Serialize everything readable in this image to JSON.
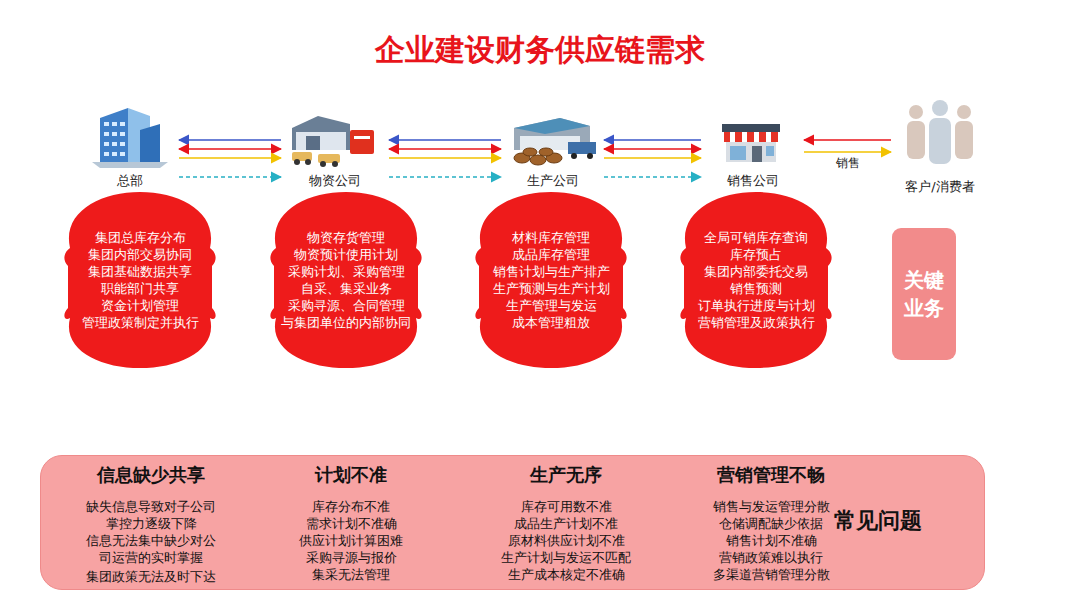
{
  "diagram": {
    "title": "企业建设财务供应链需求",
    "nodes": [
      {
        "text": [
          "总部"
        ]
      },
      {
        "text": [
          "物资公司"
        ]
      },
      {
        "text": [
          "生产公司"
        ]
      },
      {
        "text": [
          "销售公司"
        ]
      },
      {
        "text": [
          "客户/消费者"
        ]
      },
      {
        "text": [
          "集团总库存分布",
          "集团内部交易协同",
          "集团基础数据共享",
          "职能部门共享",
          "资金计划管理",
          "管理政策制定并执行"
        ]
      },
      {
        "text": [
          "物资存货管理",
          "物资预计使用计划",
          "采购计划、采购管理",
          "自采、集采业务",
          "采购寻源、合同管理",
          "与集团单位的内部协同"
        ]
      },
      {
        "text": [
          "材料库存管理",
          "成品库存管理",
          "销售计划与生产排产",
          "生产预测与生产计划",
          "生产管理与发运",
          "成本管理粗放"
        ]
      },
      {
        "text": [
          "全局可销库存查询",
          "库存预占",
          "集团内部委托交易",
          "销售预测",
          "订单执行进度与计划",
          "营销管理及政策执行"
        ]
      },
      {
        "text": [
          "关键业务"
        ]
      },
      {
        "text": [
          "信息缺少共享",
          "缺失信息导致对子公司 掌控力逐级下降",
          "信息无法集中缺少对公 司运营的实时掌握",
          "集团政策无法及时下达",
          "计划不准",
          "库存分布不准",
          "需求计划不准确",
          "供应计划计算困难",
          "采购寻源与报价",
          "集采无法管理",
          "生产无序",
          "库存可用数不准",
          "成品生产计划不准",
          "原材料供应计划不准",
          "生产计划与发运不匹配",
          "生产成本核定不准确",
          "营销管理不畅",
          "销售与发运管理分散",
          "仓储调配缺少依据",
          "销售计划不准确",
          "营销政策难以执行",
          "多渠道营销管理分散",
          "常见问题"
        ]
      }
    ],
    "edges": [
      {
        "from": 1,
        "to": 0,
        "arrow": "to"
      },
      {
        "from": 0,
        "to": 1,
        "arrow": "both"
      },
      {
        "from": 0,
        "to": 1,
        "arrow": "to"
      },
      {
        "from": 0,
        "to": 1,
        "arrow": "to"
      },
      {
        "from": 2,
        "to": 1,
        "arrow": "to"
      },
      {
        "from": 1,
        "to": 2,
        "arrow": "both"
      },
      {
        "from": 1,
        "to": 2,
        "arrow": "to"
      },
      {
        "from": 1,
        "to": 2,
        "arrow": "to"
      },
      {
        "from": 3,
        "to": 2,
        "arrow": "to"
      },
      {
        "from": 2,
        "to": 3,
        "arrow": "both"
      },
      {
        "from": 2,
        "to": 3,
        "arrow": "to"
      },
      {
        "from": 2,
        "to": 3,
        "arrow": "to"
      },
      {
        "from": 4,
        "to": 3,
        "arrow": "to"
      },
      {
        "from": 3,
        "to": 4,
        "label": "销售",
        "arrow": "to"
      }
    ]
  }
}
